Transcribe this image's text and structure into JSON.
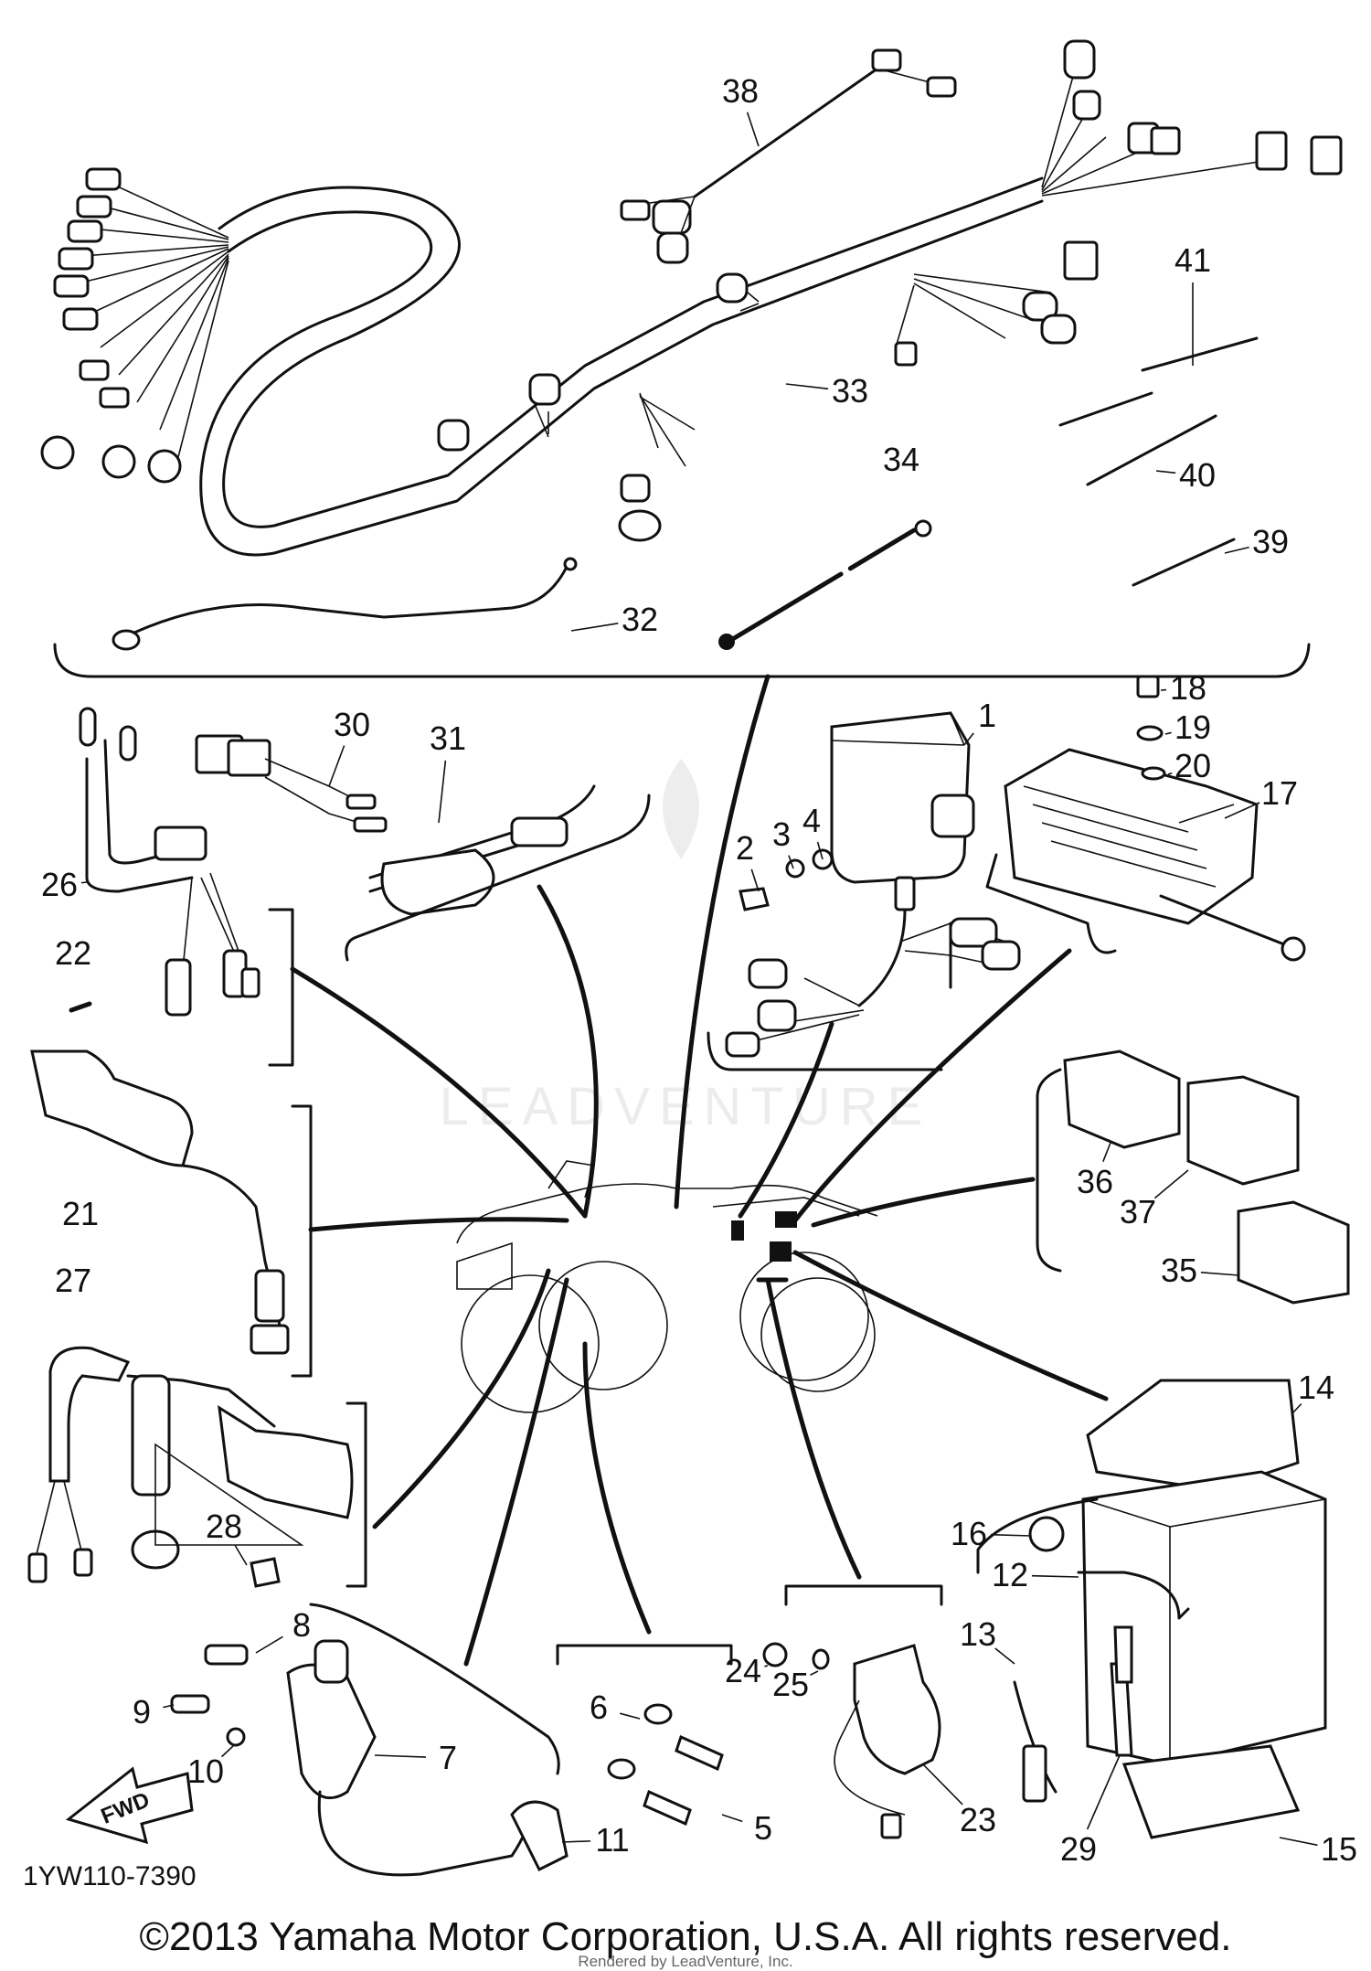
{
  "diagram": {
    "drawing_code": "1YW110-7390",
    "fwd_label": "FWD",
    "watermark": "LEADVENTURE",
    "parts": [
      {
        "id": "p1",
        "num": "1"
      },
      {
        "id": "p2",
        "num": "2"
      },
      {
        "id": "p3",
        "num": "3"
      },
      {
        "id": "p4",
        "num": "4"
      },
      {
        "id": "p5",
        "num": "5"
      },
      {
        "id": "p6",
        "num": "6"
      },
      {
        "id": "p7",
        "num": "7"
      },
      {
        "id": "p8",
        "num": "8"
      },
      {
        "id": "p9",
        "num": "9"
      },
      {
        "id": "p10",
        "num": "10"
      },
      {
        "id": "p11",
        "num": "11"
      },
      {
        "id": "p12",
        "num": "12"
      },
      {
        "id": "p13",
        "num": "13"
      },
      {
        "id": "p14",
        "num": "14"
      },
      {
        "id": "p15",
        "num": "15"
      },
      {
        "id": "p16",
        "num": "16"
      },
      {
        "id": "p17",
        "num": "17"
      },
      {
        "id": "p18",
        "num": "18"
      },
      {
        "id": "p19",
        "num": "19"
      },
      {
        "id": "p20",
        "num": "20"
      },
      {
        "id": "p21",
        "num": "21"
      },
      {
        "id": "p22",
        "num": "22"
      },
      {
        "id": "p23",
        "num": "23"
      },
      {
        "id": "p24",
        "num": "24"
      },
      {
        "id": "p25",
        "num": "25"
      },
      {
        "id": "p26",
        "num": "26"
      },
      {
        "id": "p27",
        "num": "27"
      },
      {
        "id": "p28",
        "num": "28"
      },
      {
        "id": "p29",
        "num": "29"
      },
      {
        "id": "p30",
        "num": "30"
      },
      {
        "id": "p31",
        "num": "31"
      },
      {
        "id": "p32",
        "num": "32"
      },
      {
        "id": "p33",
        "num": "33"
      },
      {
        "id": "p34",
        "num": "34"
      },
      {
        "id": "p35",
        "num": "35"
      },
      {
        "id": "p36",
        "num": "36"
      },
      {
        "id": "p37",
        "num": "37"
      },
      {
        "id": "p38",
        "num": "38"
      },
      {
        "id": "p39",
        "num": "39"
      },
      {
        "id": "p40",
        "num": "40"
      },
      {
        "id": "p41",
        "num": "41"
      }
    ]
  },
  "footer": {
    "copyright": "©2013 Yamaha Motor Corporation, U.S.A. All rights reserved.",
    "rendered_by": "Rendered by LeadVenture, Inc."
  }
}
